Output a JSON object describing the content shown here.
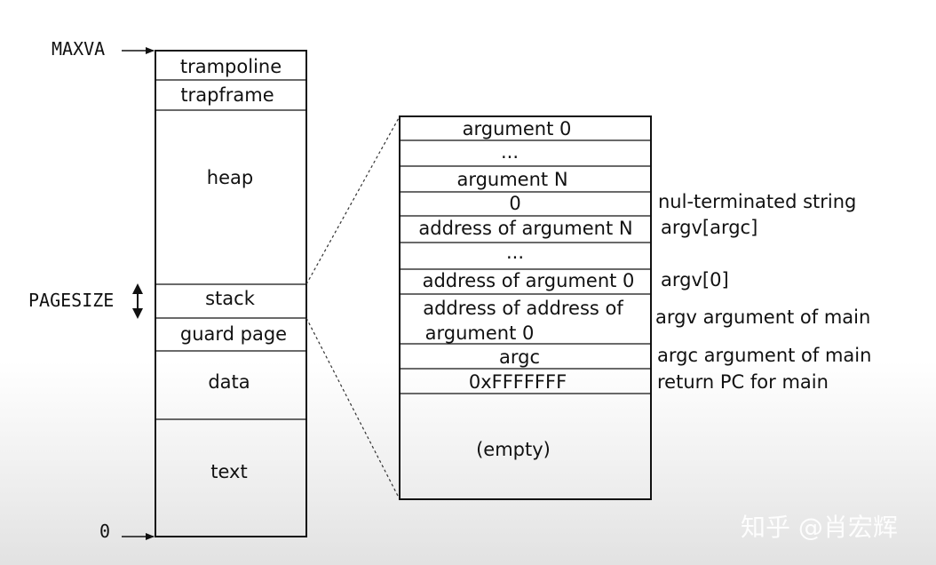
{
  "left_column": {
    "top_label": "MAXVA",
    "bottom_label": "0",
    "pagesize_label": "PAGESIZE",
    "segments": {
      "trampoline": "trampoline",
      "trapframe": "trapframe",
      "heap": "heap",
      "stack": "stack",
      "guard_page": "guard page",
      "data": "data",
      "text": "text"
    }
  },
  "stack_detail": {
    "rows": [
      {
        "text": "argument 0",
        "note": ""
      },
      {
        "text": "...",
        "note": ""
      },
      {
        "text": "argument N",
        "note": ""
      },
      {
        "text": "0",
        "note": "nul-terminated string"
      },
      {
        "text": "address of argument N",
        "note": "argv[argc]"
      },
      {
        "text": "...",
        "note": ""
      },
      {
        "text": "address of argument 0",
        "note": "argv[0]"
      },
      {
        "text": "address of address of",
        "text2": "argument 0",
        "note": "argv argument of main"
      },
      {
        "text": "argc",
        "note": "argc argument of main"
      },
      {
        "text": "0xFFFFFFF",
        "note": "return PC for main"
      },
      {
        "text": "(empty)",
        "note": ""
      }
    ]
  },
  "watermark": "知乎 @肖宏辉"
}
